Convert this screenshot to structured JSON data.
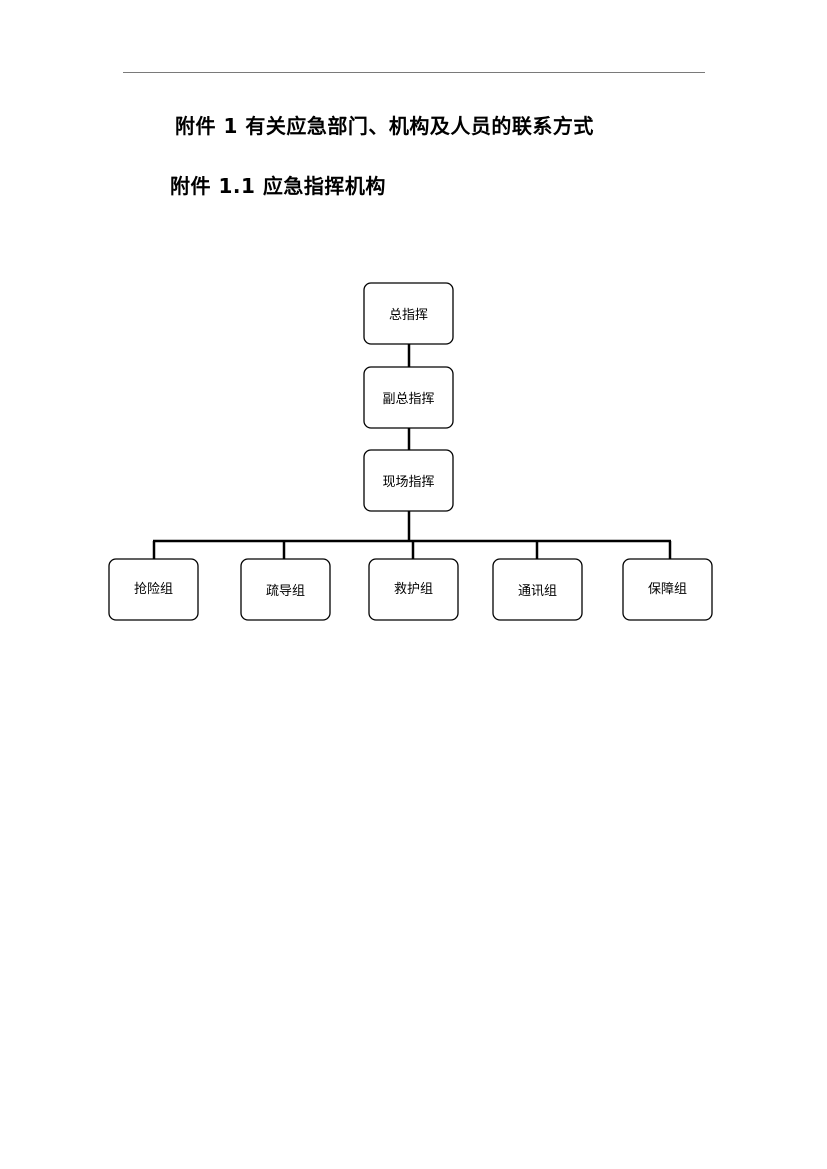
{
  "document": {
    "heading_1": "附件 1   有关应急部门、机构及人员的联系方式",
    "heading_2": "附件 1.1 应急指挥机构"
  },
  "org_chart": {
    "commander": "总指挥",
    "deputy_commander": "副总指挥",
    "site_commander": "现场指挥",
    "groups": [
      "抢险组",
      "疏导组",
      "救护组",
      "通讯组",
      "保障组"
    ]
  }
}
